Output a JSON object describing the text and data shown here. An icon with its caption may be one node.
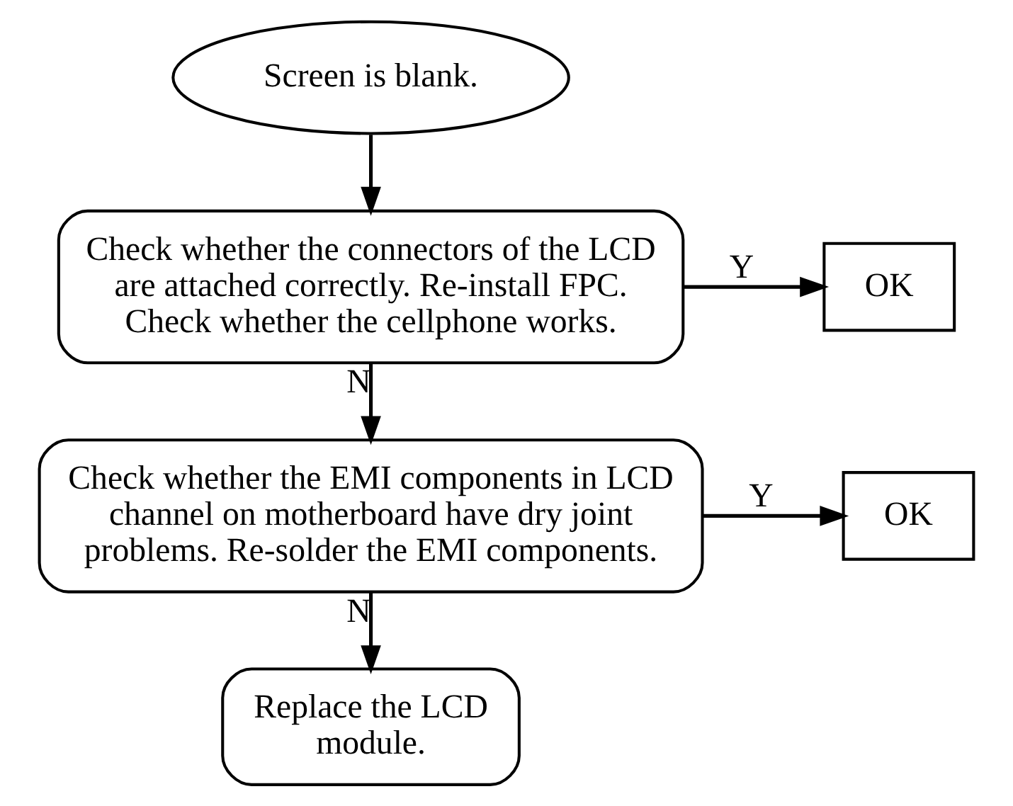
{
  "diagram": {
    "nodes": [
      {
        "text": [
          "Screen is blank."
        ]
      },
      {
        "text": [
          "Check whether the connectors of the LCD are attached correctly. Re-install FPC. Check whether the cellphone works."
        ]
      },
      {
        "text": [
          "OK"
        ]
      },
      {
        "text": [
          "Check whether the EMI components in LCD channel on motherboard have dry joint problems. Re-solder the EMI components."
        ]
      },
      {
        "text": [
          "OK"
        ]
      },
      {
        "text": [
          "Replace the LCD module."
        ]
      }
    ],
    "edges": [
      {
        "from": 0,
        "to": 1,
        "arrow": "to"
      },
      {
        "from": 1,
        "to": 2,
        "arrow": "to",
        "label": "Y"
      },
      {
        "from": 1,
        "to": 3,
        "arrow": "to",
        "label": "N"
      },
      {
        "from": 3,
        "to": 4,
        "arrow": "to",
        "label": "Y"
      },
      {
        "from": 3,
        "to": 5,
        "arrow": "to",
        "label": "N"
      }
    ]
  }
}
